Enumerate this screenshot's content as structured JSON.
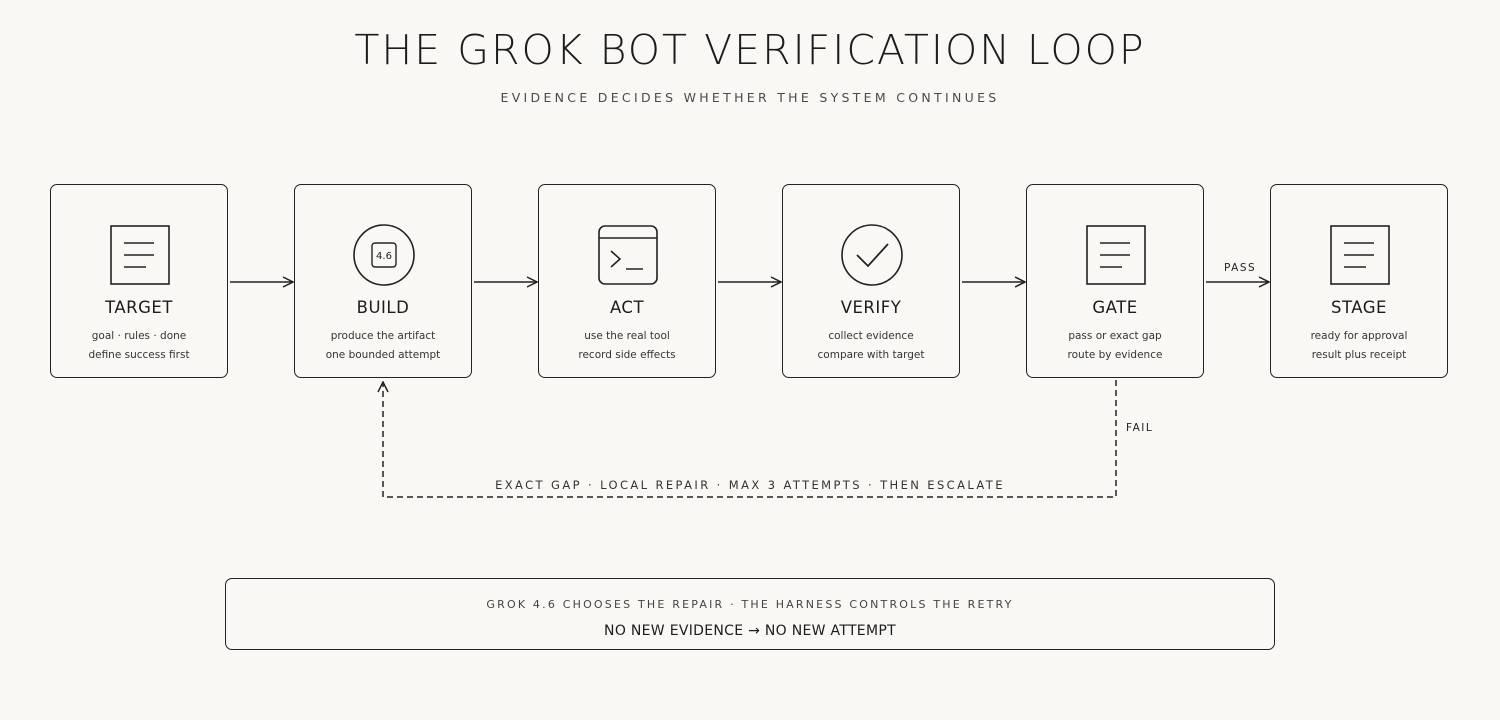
{
  "title": "THE GROK BOT VERIFICATION LOOP",
  "subtitle": "EVIDENCE DECIDES WHETHER THE SYSTEM CONTINUES",
  "steps": [
    {
      "label": "TARGET",
      "line1": "goal · rules · done",
      "line2": "define success first",
      "icon": "document-icon"
    },
    {
      "label": "BUILD",
      "line1": "produce the artifact",
      "line2": "one bounded attempt",
      "icon": "chip-badge-icon",
      "badge": "4.6"
    },
    {
      "label": "ACT",
      "line1": "use the real tool",
      "line2": "record side effects",
      "icon": "terminal-icon"
    },
    {
      "label": "VERIFY",
      "line1": "collect evidence",
      "line2": "compare with target",
      "icon": "check-circle-icon"
    },
    {
      "label": "GATE",
      "line1": "pass or exact gap",
      "line2": "route by evidence",
      "icon": "document-icon"
    },
    {
      "label": "STAGE",
      "line1": "ready for approval",
      "line2": "result plus receipt",
      "icon": "document-icon"
    }
  ],
  "edges": {
    "pass_label": "PASS",
    "fail_label": "FAIL",
    "loop_label": "EXACT GAP · LOCAL REPAIR · MAX 3 ATTEMPTS · THEN ESCALATE"
  },
  "note": {
    "top": "GROK 4.6 CHOOSES THE REPAIR · THE HARNESS CONTROLS THE RETRY",
    "bottom": "NO NEW EVIDENCE → NO NEW ATTEMPT"
  }
}
